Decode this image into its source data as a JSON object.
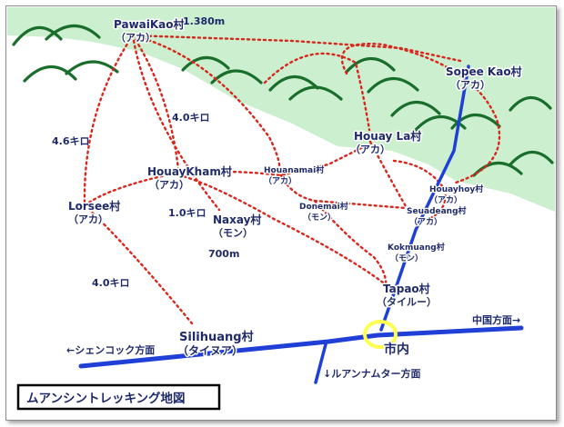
{
  "villages": [
    {
      "name": "PawaiKao村",
      "tribe": "（アカ）"
    },
    {
      "name": "Sopee Kao村",
      "tribe": "（アカ）"
    },
    {
      "name": "Houay La村",
      "tribe": "（アカ）"
    },
    {
      "name": "HouayKham村",
      "tribe": "（アカ）"
    },
    {
      "name": "Houanamai村",
      "tribe": "（アカ）"
    },
    {
      "name": "Houayhoy村",
      "tribe": "（アカ）"
    },
    {
      "name": "Donemai村",
      "tribe": "（モン）"
    },
    {
      "name": "Seuadeang村",
      "tribe": "（アカ）"
    },
    {
      "name": "Lorsee村",
      "tribe": "（アカ）"
    },
    {
      "name": "Naxay村",
      "tribe": "（モン）"
    },
    {
      "name": "Kokmuang村",
      "tribe": "（モン）"
    },
    {
      "name": "Tapao村",
      "tribe": "（タイルー）"
    },
    {
      "name": "Silihuang村",
      "tribe": "（タイヌア）"
    }
  ],
  "distances": {
    "d1": "1.380m",
    "d2": "4.6キロ",
    "d3": "4.0キロ",
    "d4": "1.0キロ",
    "d5": "700m",
    "d6": "4.0キロ"
  },
  "directions": {
    "china": "中国方面→",
    "chiang_khong": "←シェンコック方面",
    "luang_namtha": "↓ルアンナムター方面"
  },
  "town": "市内",
  "map_title": "ムアンシントレッキング地図",
  "colors": {
    "trail": "#d9261c",
    "road": "#1f3fd6",
    "forest": "#ccefcf",
    "mountain": "#1a6e2c",
    "label": "#1f2a6b",
    "town_highlight": "#ffff4d"
  }
}
